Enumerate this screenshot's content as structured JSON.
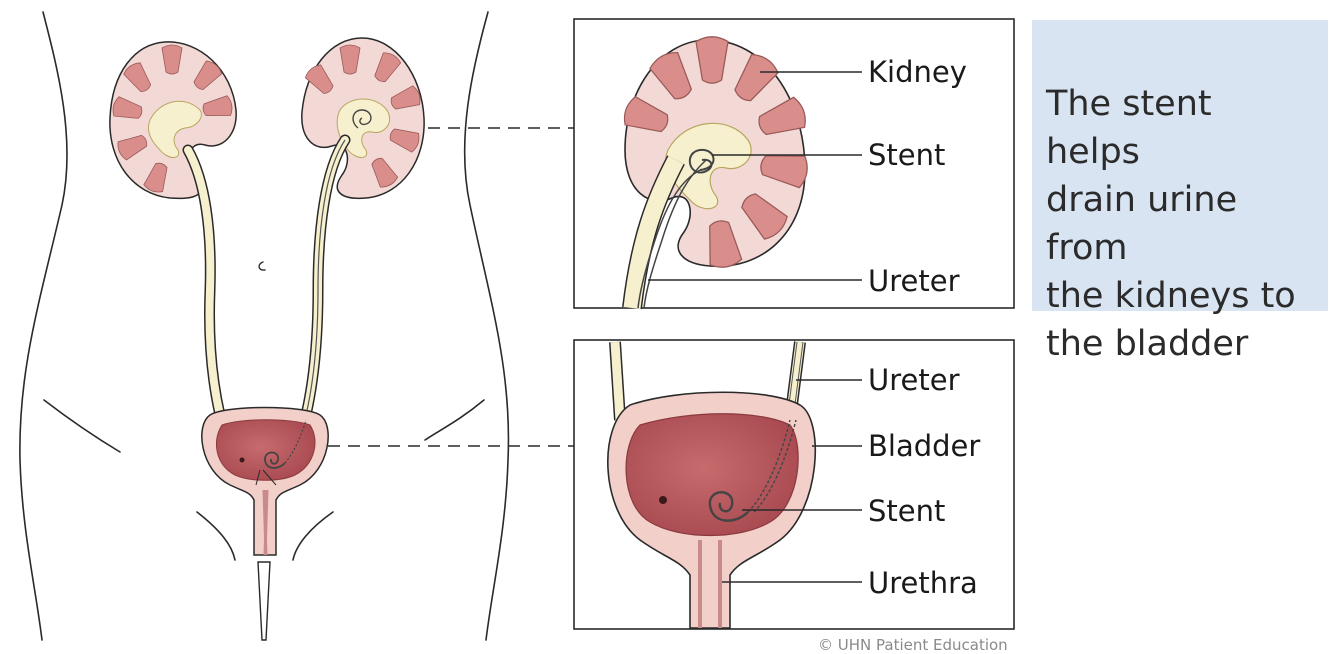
{
  "colors": {
    "kidney_tissue": "#f3d9d6",
    "kidney_pyramid": "#d98e8c",
    "collecting_system": "#f7f0cf",
    "bladder_wall": "#f2cfc9",
    "bladder_interior": "#b8585c",
    "info_panel": "#d9e4f2",
    "outline": "#2a2a2a"
  },
  "labels": {
    "kidney": "Kidney",
    "stent_top": "Stent",
    "ureter_top": "Ureter",
    "ureter_bottom": "Ureter",
    "bladder": "Bladder",
    "stent_bottom": "Stent",
    "urethra": "Urethra"
  },
  "info": {
    "line1": "The stent helps",
    "line2": "drain urine from",
    "line3": "the kidneys to",
    "line4": "the bladder"
  },
  "credit": "© UHN Patient Education"
}
